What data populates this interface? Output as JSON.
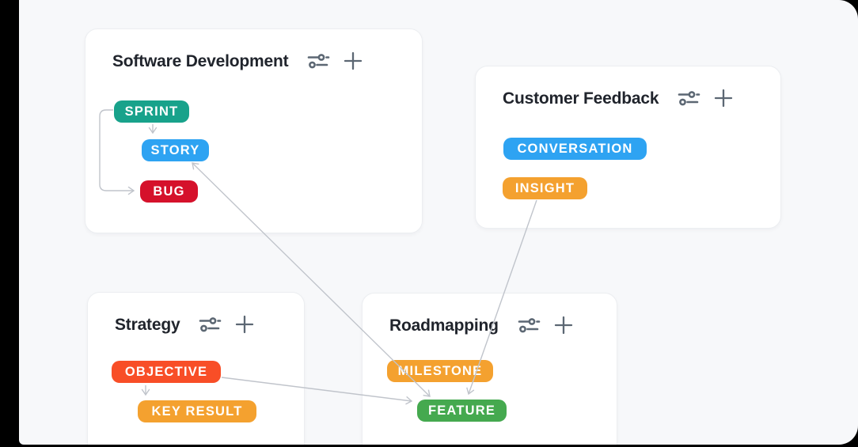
{
  "panel": {
    "background": "#f7f8fa",
    "outside_background": "#000000"
  },
  "colors": {
    "teal": "#18a28b",
    "blue": "#2ea3f2",
    "red": "#d5112b",
    "orange": "#f4a12f",
    "orange_red": "#f84e27",
    "green": "#45a94f",
    "card_background": "#ffffff",
    "title_text": "#20242c",
    "icon_gray": "#5c6773",
    "arrow_gray": "#c0c4cb"
  },
  "cards": [
    {
      "title": "Software Development",
      "actions": [
        "filter-sliders",
        "add"
      ],
      "tags": [
        {
          "label": "SPRINT",
          "color": "teal"
        },
        {
          "label": "STORY",
          "color": "blue"
        },
        {
          "label": "BUG",
          "color": "red"
        }
      ]
    },
    {
      "title": "Customer Feedback",
      "actions": [
        "filter-sliders",
        "add"
      ],
      "tags": [
        {
          "label": "CONVERSATION",
          "color": "blue"
        },
        {
          "label": "INSIGHT",
          "color": "orange"
        }
      ]
    },
    {
      "title": "Strategy",
      "actions": [
        "filter-sliders",
        "add"
      ],
      "tags": [
        {
          "label": "OBJECTIVE",
          "color": "orange_red"
        },
        {
          "label": "KEY RESULT",
          "color": "orange"
        }
      ]
    },
    {
      "title": "Roadmapping",
      "actions": [
        "filter-sliders",
        "add"
      ],
      "tags": [
        {
          "label": "MILESTONE",
          "color": "orange"
        },
        {
          "label": "FEATURE",
          "color": "green"
        }
      ]
    }
  ],
  "relations": [
    {
      "from": "SPRINT",
      "to": "STORY",
      "bidirectional": false
    },
    {
      "from": "SPRINT",
      "to": "BUG",
      "bidirectional": false
    },
    {
      "from": "FEATURE",
      "to": "STORY",
      "bidirectional": true
    },
    {
      "from": "OBJECTIVE",
      "to": "KEY RESULT",
      "bidirectional": false
    },
    {
      "from": "OBJECTIVE",
      "to": "FEATURE",
      "bidirectional": false
    },
    {
      "from": "INSIGHT",
      "to": "FEATURE",
      "bidirectional": false
    }
  ]
}
